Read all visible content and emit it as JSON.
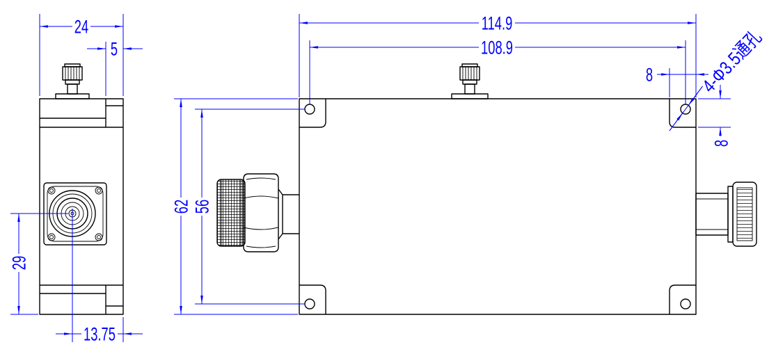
{
  "colors": {
    "dimension": "#0000ff",
    "outline": "#000000",
    "background": "#ffffff"
  },
  "side_view": {
    "width_dimension": "24",
    "cover_step_dimension": "5",
    "connector_height_dimension": "29",
    "connector_offset_dimension": "13.75"
  },
  "front_view": {
    "overall_length_dimension": "114.9",
    "hole_pitch_length_dimension": "108.9",
    "ear_width_dimension": "8",
    "hole_callout": "4-Φ3.5通孔",
    "ear_height_dimension": "8",
    "overall_height_dimension": "62",
    "hole_pitch_height_dimension": "56"
  }
}
